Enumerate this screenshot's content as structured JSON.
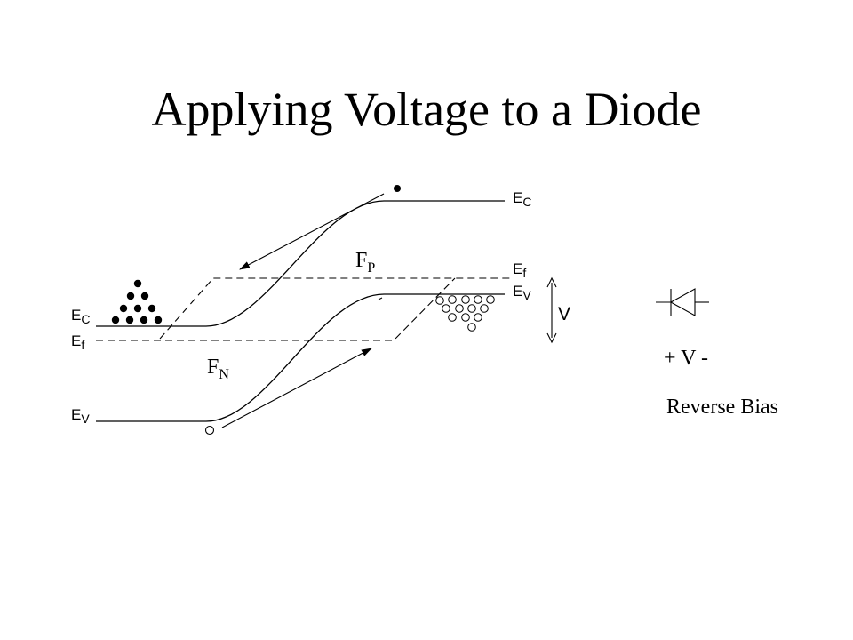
{
  "slide": {
    "title": "Applying Voltage to a Diode"
  },
  "band_labels": {
    "left_ec": {
      "main": "E",
      "sub": "C"
    },
    "left_ef": {
      "main": "E",
      "sub": "f"
    },
    "left_ev": {
      "main": "E",
      "sub": "V"
    },
    "right_ec": {
      "main": "E",
      "sub": "C"
    },
    "right_ef": {
      "main": "E",
      "sub": "f"
    },
    "right_ev": {
      "main": "E",
      "sub": "V"
    }
  },
  "quasi_fermi": {
    "fp": {
      "main": "F",
      "sub": "P"
    },
    "fn": {
      "main": "F",
      "sub": "N"
    }
  },
  "voltage_label": "V",
  "diode": {
    "polarity_label": "+ V -",
    "bias_label": "Reverse Bias"
  }
}
